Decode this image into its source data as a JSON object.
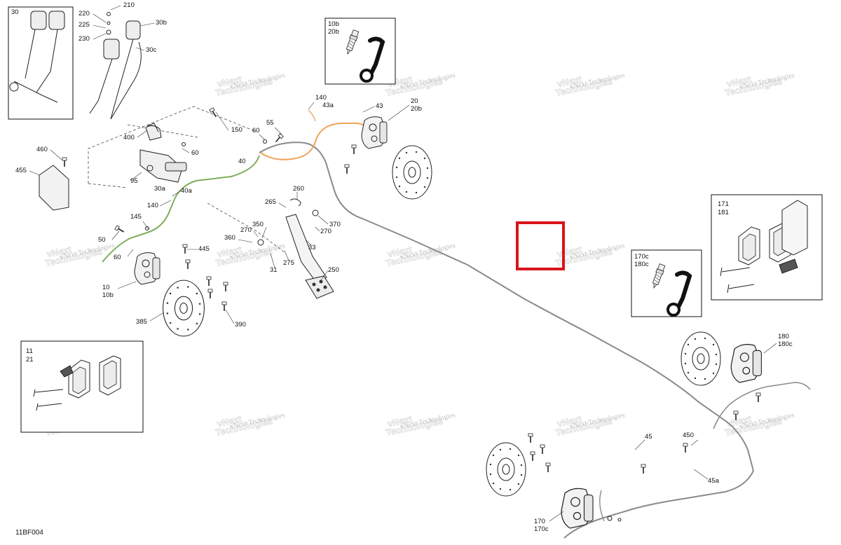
{
  "diagram": {
    "reference_code": "11BF004",
    "watermark_line1": "vNext",
    "watermark_line2": "Technologies",
    "watermark_inline": "vNext Technologies",
    "highlight_color": "#d8151b",
    "colors": {
      "orange_line": "#f0a35a",
      "green_line": "#7fae5c",
      "brake_line": "#8a8a8a"
    },
    "callouts": {
      "c210": "210",
      "c220": "220",
      "c225": "225",
      "c230": "230",
      "c30": "30",
      "c30b": "30b",
      "c30c": "30c",
      "c10b": "10b",
      "c20b_box": "20b",
      "c140a": "140",
      "c43a": "43a",
      "c43": "43",
      "c20": "20",
      "c20b": "20b",
      "c150": "150",
      "c60a": "60",
      "c55": "55",
      "c400": "400",
      "c60b": "60",
      "c40": "40",
      "c460": "460",
      "c455": "455",
      "c95": "95",
      "c30a": "30a",
      "c40a": "40a",
      "c140b": "140",
      "c145": "145",
      "c50": "50",
      "c60c": "60",
      "c445": "445",
      "c10": "10",
      "c10b2": "10b",
      "c385": "385",
      "c390": "390",
      "c260": "260",
      "c265": "265",
      "c270a": "270",
      "c370": "370",
      "c350": "350",
      "c270b": "270",
      "c360": "360",
      "c33": "33",
      "c31": "31",
      "c275": "275",
      "c250": "250",
      "c171": "171",
      "c181": "181",
      "c170c": "170c",
      "c180c": "180c",
      "c180": "180",
      "c180c2": "180c",
      "c11": "11",
      "c21": "21",
      "c45": "45",
      "c450": "450",
      "c45a": "45a",
      "c170": "170",
      "c170c2": "170c"
    }
  }
}
